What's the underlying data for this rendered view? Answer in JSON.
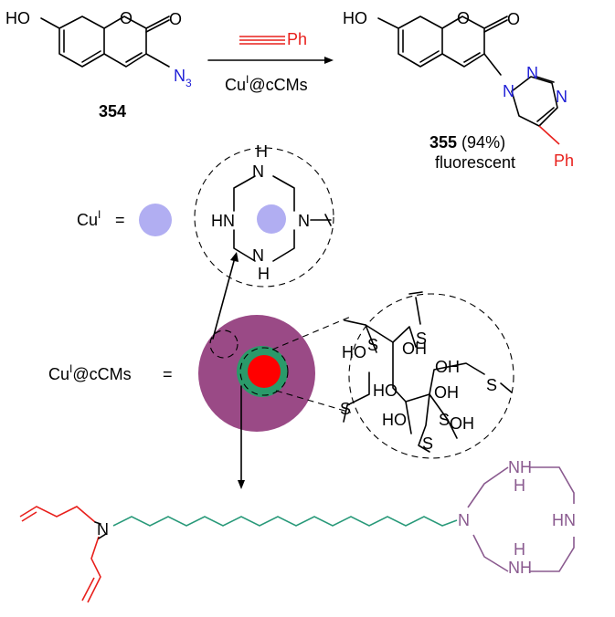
{
  "reaction": {
    "reactant_number": "354",
    "product_number": "355",
    "product_yield": "(94%)",
    "product_note": "fluorescent",
    "reagent": "Ph",
    "catalyst_prefix": "Cu",
    "catalyst_sup": "I",
    "catalyst_suffix": "@cCMs"
  },
  "atoms": {
    "ho": "HO",
    "o": "O",
    "n": "N",
    "n3_main": "N",
    "n3_sub": "3",
    "ph": "Ph",
    "nh": "NH",
    "hn": "HN",
    "h": "H",
    "s": "S",
    "oh": "OH"
  },
  "legend": {
    "cu_label_prefix": "Cu",
    "cu_label_sup": "I",
    "equals": "=",
    "capsule_label_prefix": "Cu",
    "capsule_label_sup": "I",
    "capsule_label_suffix": "@cCMs",
    "capsule_equals": "="
  },
  "colors": {
    "azide": "#1f1fd6",
    "phenyl": "#e8201c",
    "cu_dot": "#b1aef2",
    "shell_outer": "#9a4a86",
    "shell_middle": "#2a9a6a",
    "core": "#ff0000",
    "allyl": "#e8201c",
    "linker": "#2a9a7a",
    "cyclen": "#8a5a8f"
  }
}
